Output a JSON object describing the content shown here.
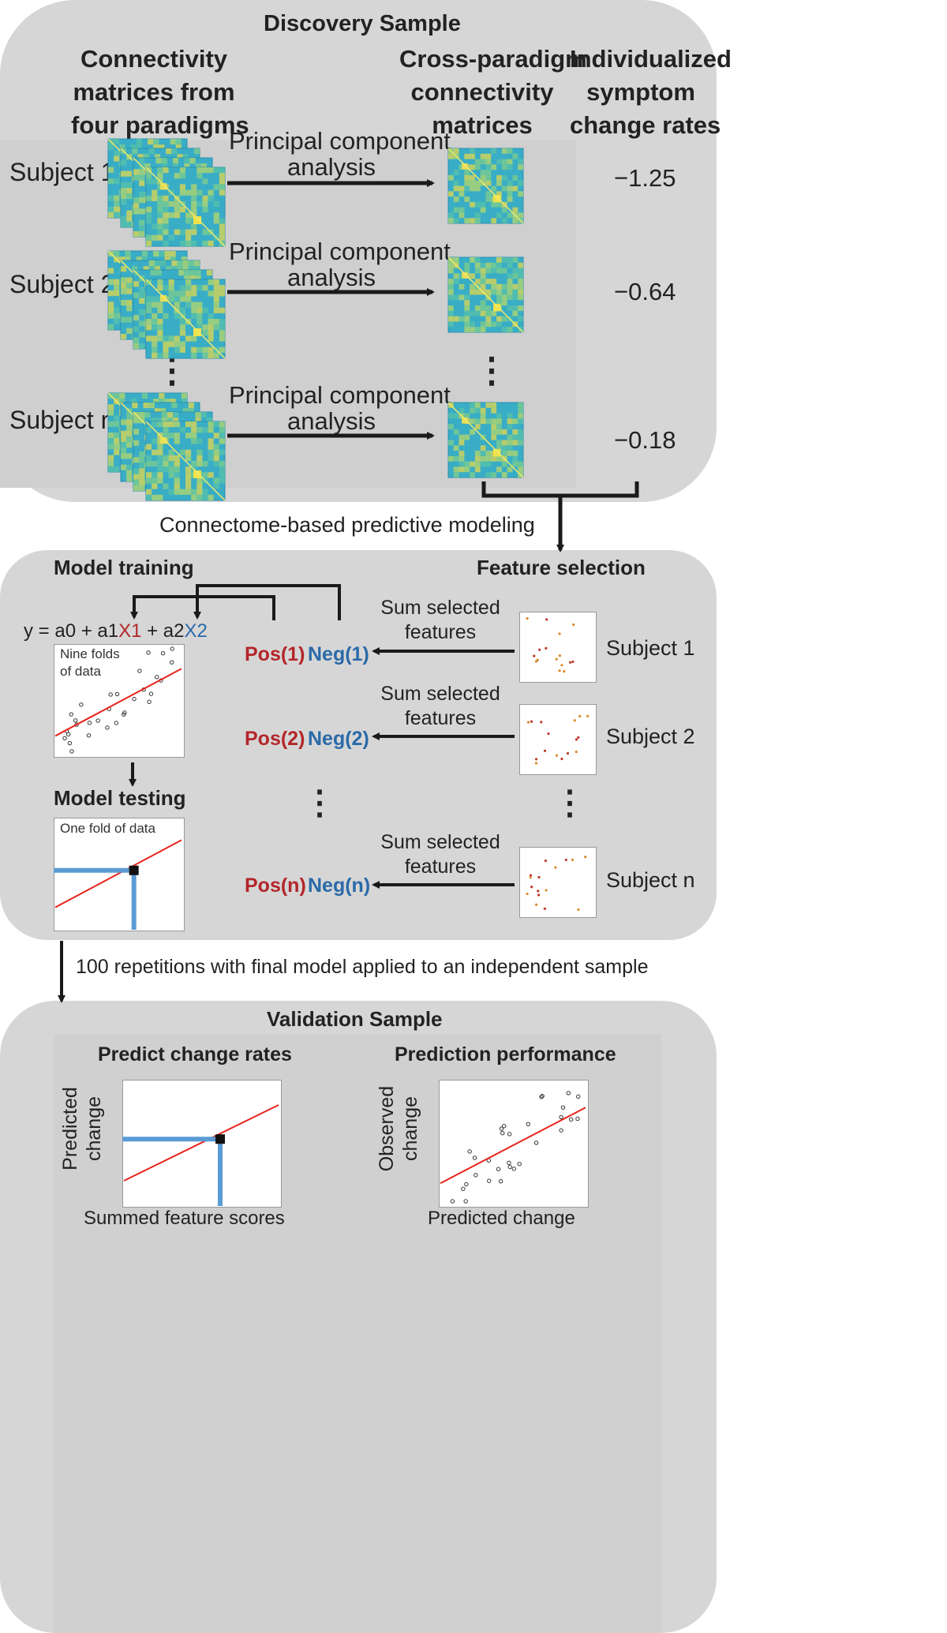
{
  "discovery": {
    "title": "Discovery Sample",
    "col1_header": [
      "Connectivity",
      "matrices from",
      "four paradigms"
    ],
    "col2_header": [
      "Cross-paradigm",
      "connectivity",
      "matrices"
    ],
    "col3_header": [
      "Individualized",
      "symptom",
      "change rates"
    ],
    "rows": [
      {
        "subject": "Subject 1",
        "method": [
          "Principal component",
          "analysis"
        ],
        "rate": "−1.25"
      },
      {
        "subject": "Subject 2",
        "method": [
          "Principal component",
          "analysis"
        ],
        "rate": "−0.64"
      },
      {
        "subject": "Subject n",
        "method": [
          "Principal component",
          "analysis"
        ],
        "rate": "−0.18"
      }
    ],
    "dots": "⋮"
  },
  "cpm_label": "Connectome-based predictive modeling",
  "middle": {
    "model_training": "Model training",
    "feature_selection": "Feature selection",
    "equation": {
      "prefix": "y = a0 + a1",
      "x1": "X1",
      "mid": " + a2",
      "x2": "X2"
    },
    "train_panel_label": [
      "Nine folds",
      "of data"
    ],
    "model_testing": "Model testing",
    "test_panel_label": "One fold of data",
    "rows": [
      {
        "pos": "Pos(1)",
        "neg": "Neg(1)",
        "sum": [
          "Sum selected",
          "features"
        ],
        "subject": "Subject 1"
      },
      {
        "pos": "Pos(2)",
        "neg": "Neg(2)",
        "sum": [
          "Sum selected",
          "features"
        ],
        "subject": "Subject 2"
      },
      {
        "pos": "Pos(n)",
        "neg": "Neg(n)",
        "sum": [
          "Sum selected",
          "features"
        ],
        "subject": "Subject n"
      }
    ],
    "dots": "⋮"
  },
  "repetitions_label": "100 repetitions with final model applied to an independent sample",
  "validation": {
    "title": "Validation Sample",
    "left_title": "Predict change rates",
    "left_ylabel": [
      "Predicted",
      "change"
    ],
    "left_xlabel": "Summed feature scores",
    "right_title": "Prediction performance",
    "right_ylabel": [
      "Observed",
      "change"
    ],
    "right_xlabel": "Predicted change"
  },
  "colors": {
    "panel": "#d6d6d6",
    "inner": "#cfcfcf",
    "positive": "#b3262a",
    "negative": "#2a6aa8",
    "fit_line": "#e8231c",
    "projection": "#5b9bd5",
    "arrow": "#1a1a1a"
  },
  "icons": [
    "connectivity-matrix-stack-icon",
    "connectivity-matrix-icon",
    "feature-mask-icon",
    "scatter-plot-icon"
  ]
}
